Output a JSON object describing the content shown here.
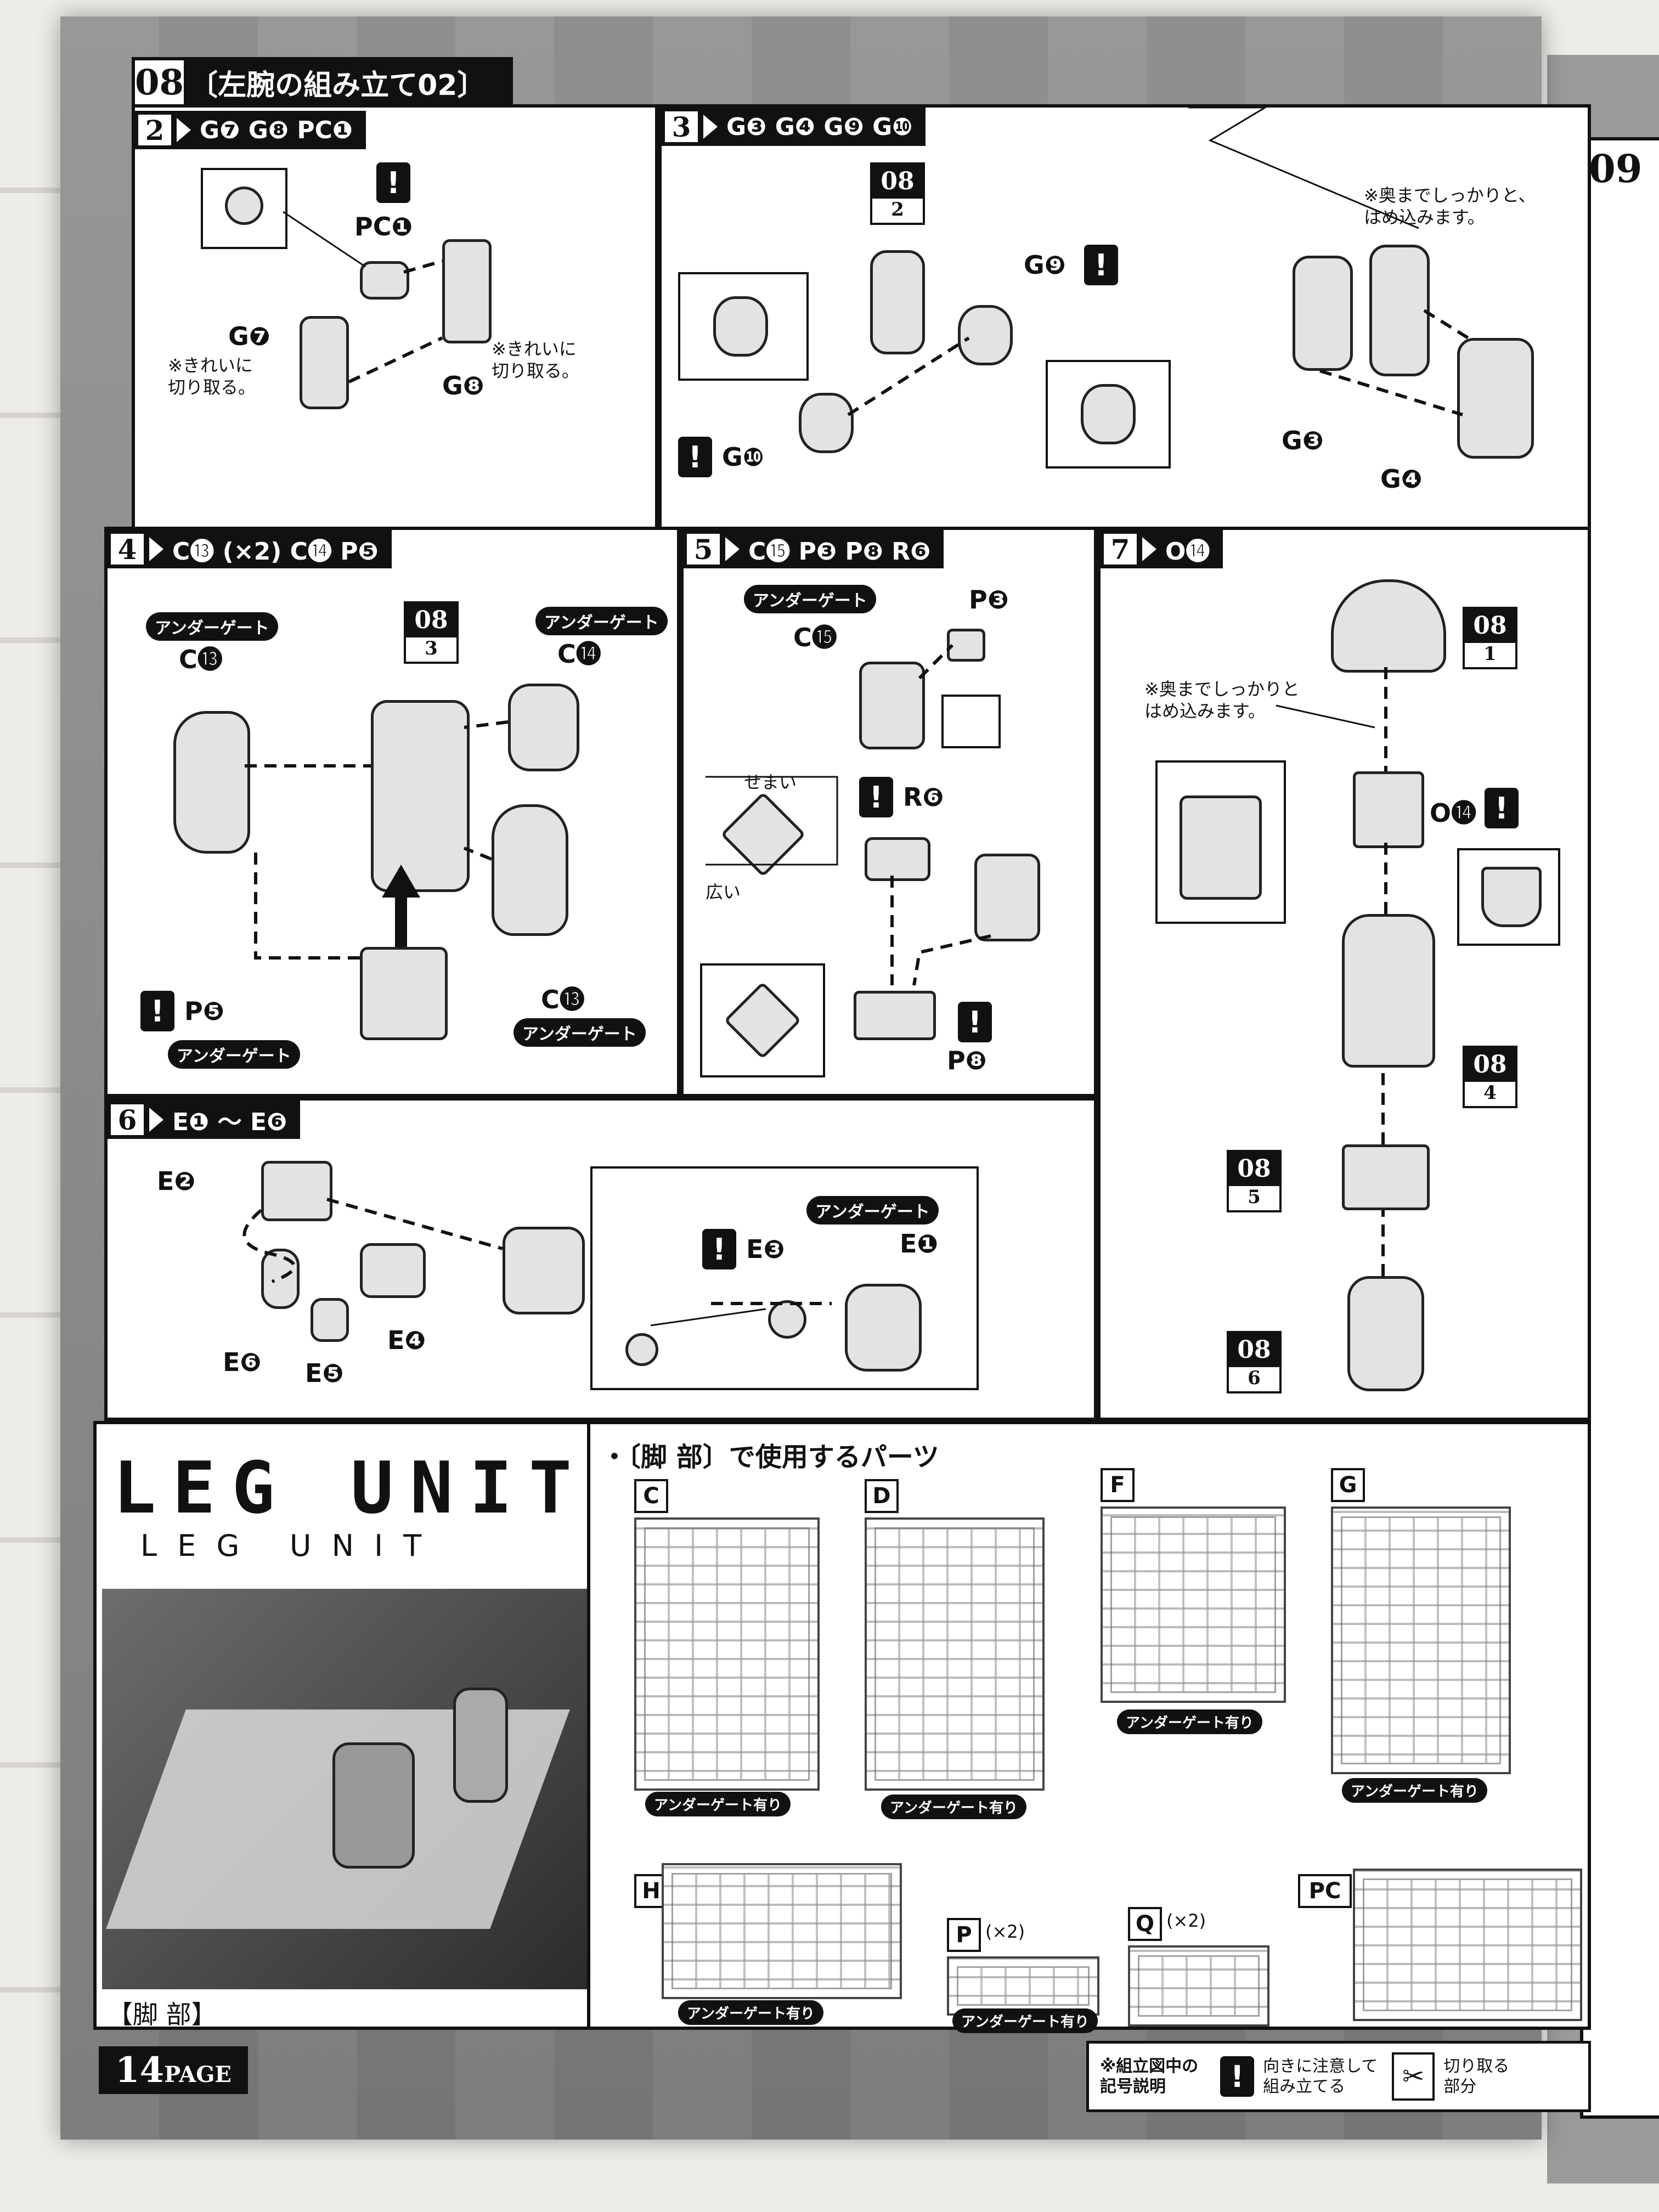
{
  "section": {
    "number": "08",
    "title": "〔左腕の組み立て02〕"
  },
  "steps": [
    {
      "num": "2",
      "parts": "G❼ G❽ PC❶"
    },
    {
      "num": "3",
      "parts": "G❸ G❹ G❾ G❿"
    },
    {
      "num": "4",
      "parts": "C⓭ (×2) C⓮ P❺"
    },
    {
      "num": "5",
      "parts": "C⓯ P❸ P❽ R❻"
    },
    {
      "num": "7",
      "parts": "O⓮"
    },
    {
      "num": "6",
      "parts": "E❶ ～ E❻"
    }
  ],
  "labels": {
    "pc1": "PC❶",
    "g7": "G❼",
    "g8": "G❽",
    "g9": "G❾",
    "g10": "G❿",
    "g3": "G❸",
    "g4": "G❹",
    "c13a": "C⓭",
    "c14": "C⓮",
    "c13b": "C⓭",
    "p5": "P❺",
    "c15": "C⓯",
    "p3": "P❸",
    "r6": "R❻",
    "p8": "P❽",
    "o14": "O⓮",
    "e1": "E❶",
    "e2": "E❷",
    "e3": "E❸",
    "e4": "E❹",
    "e5": "E❺",
    "e6": "E❻",
    "narrow": "せまい",
    "wide": "広い"
  },
  "notes": {
    "clean_cut": "※きれいに\n切り取る。",
    "fit_in": "※奥までしっかりと、\nはめ込みます。",
    "fit_in_2": "※奥までしっかりと\nはめ込みます。"
  },
  "under_gate": "アンダーゲート",
  "under_gate_with": "アンダーゲート有り",
  "refs": [
    {
      "top": "08",
      "bottom": "2"
    },
    {
      "top": "08",
      "bottom": "3"
    },
    {
      "top": "08",
      "bottom": "1"
    },
    {
      "top": "08",
      "bottom": "4"
    },
    {
      "top": "08",
      "bottom": "5"
    },
    {
      "top": "08",
      "bottom": "6"
    }
  ],
  "markers": {
    "one": "1",
    "two": "2",
    "three": "3"
  },
  "leg_unit": {
    "logo": "LEG UNIT",
    "subtitle": "L E G   U N I T",
    "caption": "【脚 部】",
    "parts_heading": "・〔脚 部〕で使用するパーツ"
  },
  "sprues": [
    {
      "tag": "C",
      "note": "アンダーゲート有り"
    },
    {
      "tag": "D",
      "note": "アンダーゲート有り"
    },
    {
      "tag": "F",
      "note": "アンダーゲート有り"
    },
    {
      "tag": "G",
      "note": "アンダーゲート有り"
    },
    {
      "tag": "H",
      "note": "アンダーゲート有り"
    },
    {
      "tag": "P",
      "count": "(×2)",
      "note": "アンダーゲート有り"
    },
    {
      "tag": "Q",
      "count": "(×2)"
    },
    {
      "tag": "PC"
    }
  ],
  "footer": {
    "page": "14",
    "page_word": "PAGE",
    "legend_title": "※組立図中の\n記号説明",
    "legend_warn": "向きに注意して\n組み立てる",
    "legend_cut": "切り取る\n部分",
    "warn_symbol": "!"
  },
  "next_page": {
    "number": "09"
  }
}
